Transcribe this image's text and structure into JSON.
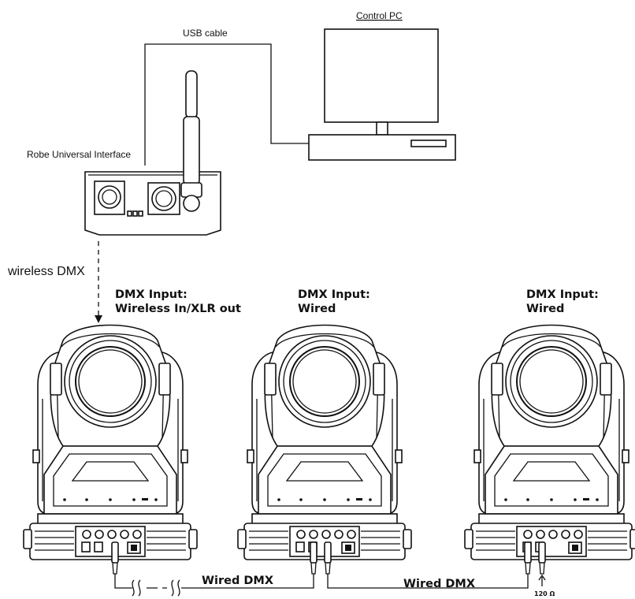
{
  "labels": {
    "control_pc": "Control PC",
    "usb_cable": "USB cable",
    "interface": "Robe Universal Interface",
    "wireless_dmx": "wireless DMX",
    "fixture1_line1": "DMX Input:",
    "fixture1_line2": "Wireless In/XLR out",
    "fixture2_line1": "DMX Input:",
    "fixture2_line2": "Wired",
    "fixture3_line1": "DMX Input:",
    "fixture3_line2": "Wired",
    "wired_dmx_1": "Wired DMX",
    "wired_dmx_2": "Wired DMX",
    "terminator": "120 Ω"
  },
  "icons": {
    "monitor": "monitor-icon",
    "pc_case": "desktop-case-icon",
    "antenna": "antenna-icon",
    "moving_head": "moving-head-fixture-icon",
    "xlr": "xlr-connector-icon",
    "terminator_arrow": "arrow-up-icon"
  },
  "colors": {
    "line": "#111111",
    "background": "#ffffff"
  }
}
